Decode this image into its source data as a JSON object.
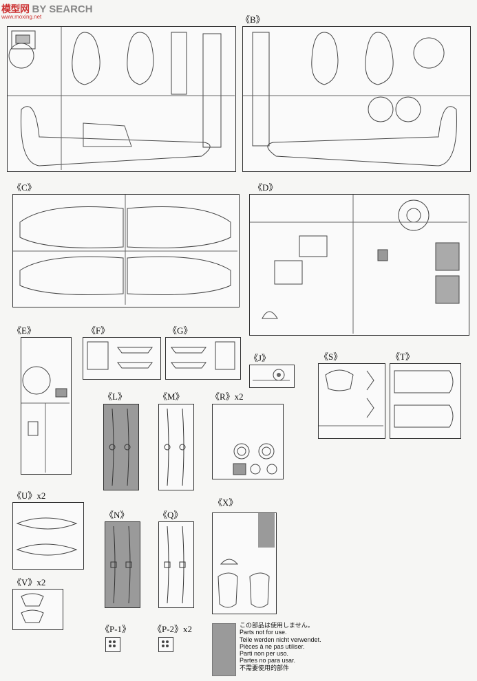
{
  "header": {
    "logo": "模型网",
    "search": "BY SEARCH",
    "url": "www.moxing.net"
  },
  "sprues": [
    {
      "id": "B",
      "label": "《B》"
    },
    {
      "id": "C",
      "label": "《C》"
    },
    {
      "id": "D",
      "label": "《D》"
    },
    {
      "id": "E",
      "label": "《E》"
    },
    {
      "id": "F",
      "label": "《F》"
    },
    {
      "id": "G",
      "label": "《G》"
    },
    {
      "id": "J",
      "label": "《J》"
    },
    {
      "id": "S",
      "label": "《S》"
    },
    {
      "id": "T",
      "label": "《T》"
    },
    {
      "id": "L",
      "label": "《L》"
    },
    {
      "id": "M",
      "label": "《M》"
    },
    {
      "id": "R",
      "label": "《R》x2"
    },
    {
      "id": "U",
      "label": "《U》x2"
    },
    {
      "id": "N",
      "label": "《N》"
    },
    {
      "id": "Q",
      "label": "《Q》"
    },
    {
      "id": "X",
      "label": "《X》"
    },
    {
      "id": "V",
      "label": "《V》x2"
    },
    {
      "id": "P1",
      "label": "《P-1》"
    },
    {
      "id": "P2",
      "label": "《P-2》x2"
    }
  ],
  "legend": {
    "lines": [
      "この部品は使用しません。",
      "Parts not for use.",
      "Teile werden nicht verwendet.",
      "Pièces à ne pas utiliser.",
      "Parti non per uso.",
      "Partes no para usar.",
      "不需要使用的部件"
    ]
  },
  "colors": {
    "unused": "#9a9a9a",
    "line": "#333333"
  }
}
